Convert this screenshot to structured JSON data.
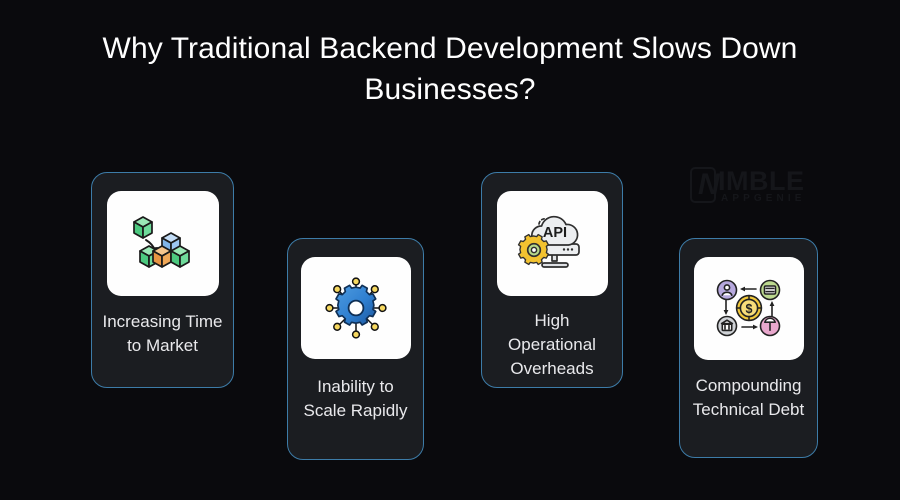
{
  "background_color": "#0a0a0d",
  "title": "Why Traditional Backend Development Slows Down Businesses?",
  "title_color": "#ffffff",
  "watermark": {
    "mark_letter": "N",
    "name": "IMBLE",
    "tagline": "APPGENIE",
    "color": "#15161a"
  },
  "card_style": {
    "border_color": "#3d7ca8",
    "body_color": "#1b1d21",
    "panel_color": "#fefefe",
    "label_color": "#e9e9ec"
  },
  "cards": [
    {
      "label": "Increasing Time to Market",
      "icon_name": "stacked-cubes-icon",
      "icon_colors": {
        "cube_green": "#7ee0a0",
        "cube_green_dark": "#4cc97f",
        "cube_orange": "#f0a858",
        "cube_blue": "#9cc6f2",
        "outline": "#1a1a1a"
      }
    },
    {
      "label": "Inability to Scale Rapidly",
      "icon_name": "gear-network-icon",
      "icon_colors": {
        "gear_blue": "#2f7fd0",
        "gear_blue_dark": "#1e5fa8",
        "node_yellow": "#f6d860",
        "outline": "#111111"
      }
    },
    {
      "label": "High Operational Overheads",
      "icon_name": "api-cloud-server-icon",
      "icon_label": "API",
      "icon_colors": {
        "cloud_gray": "#e9eaec",
        "gear_yellow": "#f2c230",
        "gear_core_green": "#b7d98a",
        "outline": "#2a2a2a"
      }
    },
    {
      "label": "Compounding Technical Debt",
      "icon_name": "money-flow-cycle-icon",
      "icon_colors": {
        "coin_yellow": "#f2c93c",
        "node_purple": "#b6a8dd",
        "node_green": "#bcd98f",
        "node_gray": "#cfd2d6",
        "node_pink": "#e9a8cd",
        "outline": "#222222"
      }
    }
  ]
}
